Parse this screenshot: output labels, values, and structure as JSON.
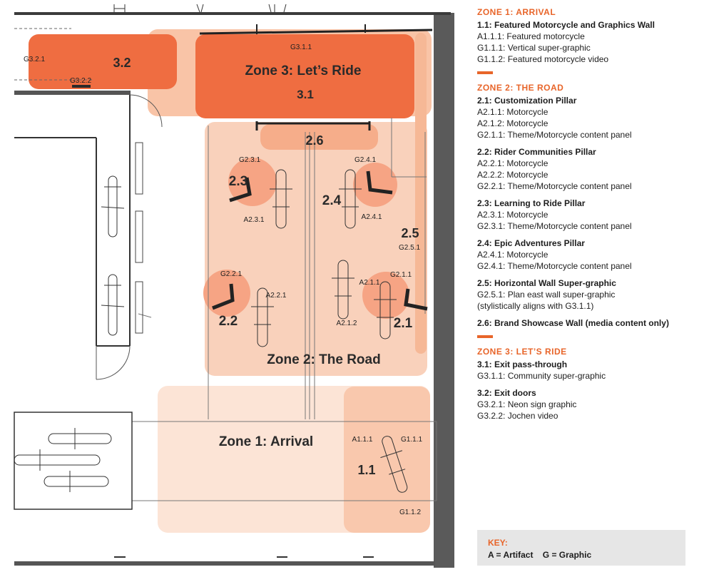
{
  "plan": {
    "zones": {
      "zone1": "Zone 1: Arrival",
      "zone2": "Zone 2: The Road",
      "zone3": "Zone 3: Let’s Ride"
    },
    "numbers": {
      "n11": "1.1",
      "n21": "2.1",
      "n22": "2.2",
      "n23": "2.3",
      "n24": "2.4",
      "n25": "2.5",
      "n26": "2.6",
      "n31": "3.1",
      "n32": "3.2"
    },
    "codes": {
      "g311": "G3.1.1",
      "g321": "G3.2.1",
      "g322": "G3.2.2",
      "g231": "G2.3.1",
      "g241": "G2.4.1",
      "a231": "A2.3.1",
      "a241": "A2.4.1",
      "g251": "G2.5.1",
      "g221": "G2.2.1",
      "a221": "A2.2.1",
      "a211": "A2.1.1",
      "g211": "G2.1.1",
      "a212": "A2.1.2",
      "a111": "A1.1.1",
      "g111": "G1.1.1",
      "g112": "G1.1.2"
    },
    "colors": {
      "zone_light": "#fbe3d5",
      "zone_mid": "#f7b697",
      "zone_dark": "#ef6a3c",
      "accent": "#e8652a",
      "wall": "#5a5a5a"
    }
  },
  "legend": {
    "zone1": {
      "heading": "ZONE 1: ARRIVAL",
      "sections": [
        {
          "title": "1.1: Featured Motorcycle and Graphics Wall",
          "items": [
            "A1.1.1: Featured motorcycle",
            "G1.1.1: Vertical super-graphic",
            "G1.1.2: Featured motorcycle video"
          ]
        }
      ]
    },
    "zone2": {
      "heading": "ZONE 2: THE ROAD",
      "sections": [
        {
          "title": "2.1: Customization Pillar",
          "items": [
            "A2.1.1: Motorcycle",
            "A2.1.2: Motorcycle",
            "G2.1.1: Theme/Motorcycle content panel"
          ]
        },
        {
          "title": "2.2: Rider Communities Pillar",
          "items": [
            "A2.2.1: Motorcycle",
            "A2.2.2: Motorcycle",
            "G2.2.1: Theme/Motorcycle content panel"
          ]
        },
        {
          "title": "2.3: Learning to Ride Pillar",
          "items": [
            "A2.3.1: Motorcycle",
            "G2.3.1: Theme/Motorcycle content panel"
          ]
        },
        {
          "title": "2.4: Epic Adventures Pillar",
          "items": [
            "A2.4.1: Motorcycle",
            "G2.4.1: Theme/Motorcycle content panel"
          ]
        },
        {
          "title": "2.5: Horizontal Wall Super-graphic",
          "items": [
            "G2.5.1: Plan east wall super-graphic",
            "(stylistically aligns with G3.1.1)"
          ]
        },
        {
          "title": "2.6: Brand Showcase Wall (media content only)",
          "items": []
        }
      ]
    },
    "zone3": {
      "heading": "ZONE 3: LET’S RIDE",
      "sections": [
        {
          "title": "3.1: Exit pass-through",
          "items": [
            "G3.1.1: Community super-graphic"
          ]
        },
        {
          "title": "3.2: Exit doors",
          "items": [
            "G3.2.1: Neon sign graphic",
            "G3.2.2: Jochen video"
          ]
        }
      ]
    }
  },
  "key": {
    "title": "KEY:",
    "text": "A = Artifact    G = Graphic"
  }
}
